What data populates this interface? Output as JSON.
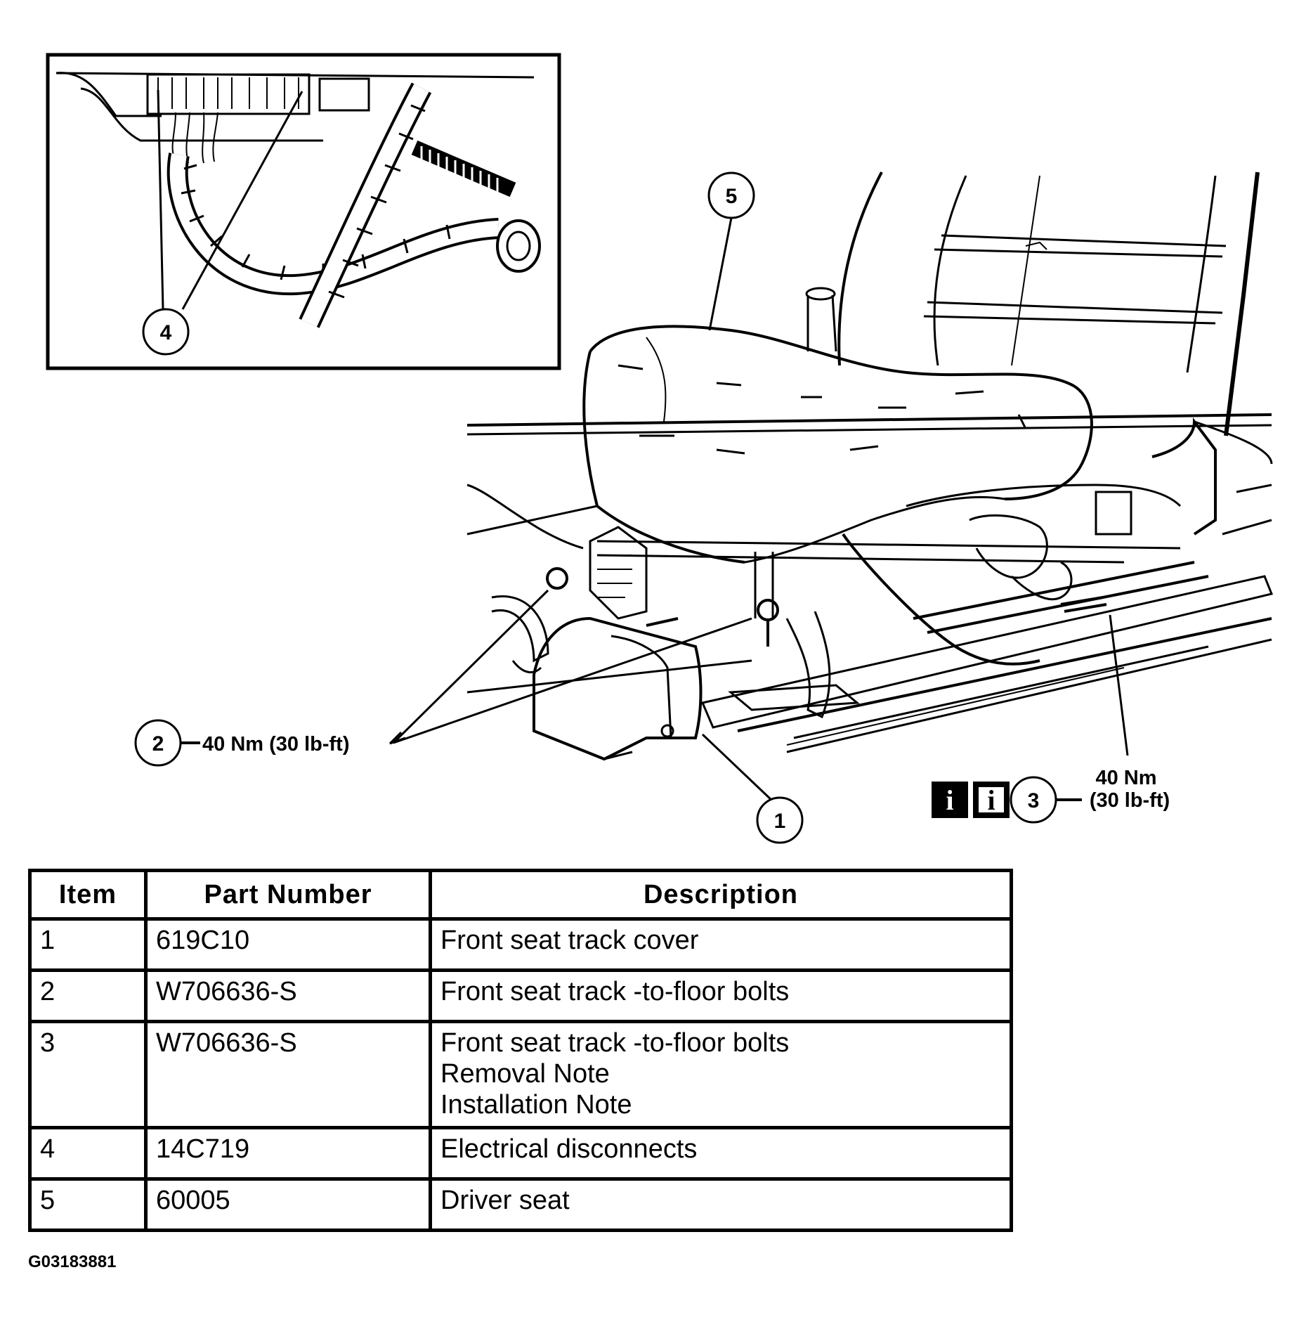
{
  "callouts": {
    "c1": "1",
    "c2": "2",
    "c3": "3",
    "c4": "4",
    "c5": "5",
    "torque_item2": "40 Nm (30 lb-ft)",
    "torque_item3_line1": "40 Nm",
    "torque_item3_line2": "(30 lb-ft)",
    "note_icon_removal": "i",
    "note_icon_installation": "i"
  },
  "table": {
    "headers": {
      "item": "Item",
      "part": "Part Number",
      "description": "Description"
    },
    "rows": [
      {
        "item": "1",
        "part": "619C10",
        "desc": [
          "Front seat track cover"
        ]
      },
      {
        "item": "2",
        "part": "W706636-S",
        "desc": [
          "Front seat track -to-floor bolts"
        ]
      },
      {
        "item": "3",
        "part": "W706636-S",
        "desc": [
          "Front seat track -to-floor bolts",
          "Removal Note",
          "Installation Note"
        ]
      },
      {
        "item": "4",
        "part": "14C719",
        "desc": [
          "Electrical disconnects"
        ]
      },
      {
        "item": "5",
        "part": "60005",
        "desc": [
          "Driver seat"
        ]
      }
    ]
  },
  "figure_code": "G03183881",
  "icons": {
    "removal": "note-icon-filled",
    "installation": "note-icon-outlined"
  }
}
